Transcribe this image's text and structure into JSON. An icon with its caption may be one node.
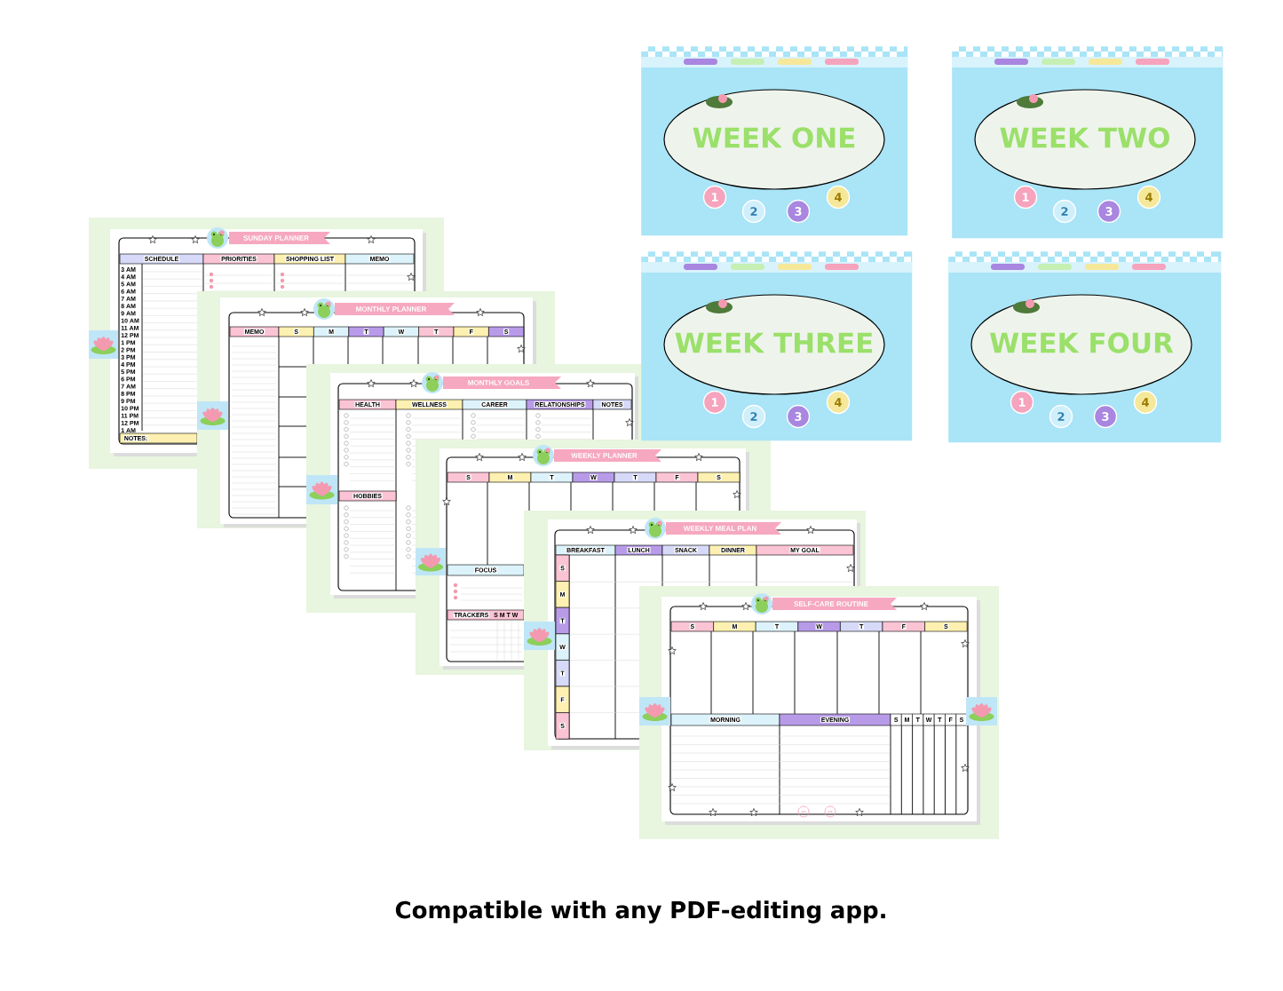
{
  "diagram": {
    "caption": "Compatible with any PDF-editing app.",
    "nodes": [
      {
        "text": [
          "SUNDAY PLANNER"
        ]
      },
      {
        "text": [
          "SCHEDULE"
        ]
      },
      {
        "text": [
          "PRIORITIES"
        ]
      },
      {
        "text": [
          "SHOPPING LIST"
        ]
      },
      {
        "text": [
          "MEMO"
        ]
      },
      {
        "text": [
          "NOTES:"
        ]
      },
      {
        "text": [
          "MONTHLY PLANNER"
        ]
      },
      {
        "text": [
          "MEMO"
        ]
      },
      {
        "text": [
          "S"
        ]
      },
      {
        "text": [
          "M"
        ]
      },
      {
        "text": [
          "T"
        ]
      },
      {
        "text": [
          "W"
        ]
      },
      {
        "text": [
          "T"
        ]
      },
      {
        "text": [
          "F"
        ]
      },
      {
        "text": [
          "S"
        ]
      },
      {
        "text": [
          "MONTHLY GOALS"
        ]
      },
      {
        "text": [
          "HEALTH"
        ]
      },
      {
        "text": [
          "WELLNESS"
        ]
      },
      {
        "text": [
          "CAREER"
        ]
      },
      {
        "text": [
          "RELATIONSHIPS"
        ]
      },
      {
        "text": [
          "NOTES"
        ]
      },
      {
        "text": [
          "HOBBIES"
        ]
      },
      {
        "text": [
          "WEEKLY PLANNER"
        ]
      },
      {
        "text": [
          "S"
        ]
      },
      {
        "text": [
          "M"
        ]
      },
      {
        "text": [
          "T"
        ]
      },
      {
        "text": [
          "W"
        ]
      },
      {
        "text": [
          "T"
        ]
      },
      {
        "text": [
          "F"
        ]
      },
      {
        "text": [
          "S"
        ]
      },
      {
        "text": [
          "FOCUS"
        ]
      },
      {
        "text": [
          "TRACKERS",
          "S M T W"
        ]
      },
      {
        "text": [
          "WEEKLY MEAL PLAN"
        ]
      },
      {
        "text": [
          "BREAKFAST"
        ]
      },
      {
        "text": [
          "LUNCH"
        ]
      },
      {
        "text": [
          "SNACK"
        ]
      },
      {
        "text": [
          "DINNER"
        ]
      },
      {
        "text": [
          "MY GOAL"
        ]
      },
      {
        "text": [
          "S"
        ]
      },
      {
        "text": [
          "M"
        ]
      },
      {
        "text": [
          "T"
        ]
      },
      {
        "text": [
          "W"
        ]
      },
      {
        "text": [
          "T"
        ]
      },
      {
        "text": [
          "F"
        ]
      },
      {
        "text": [
          "S"
        ]
      },
      {
        "text": [
          "SELF-CARE ROUTINE"
        ]
      },
      {
        "text": [
          "S"
        ]
      },
      {
        "text": [
          "M"
        ]
      },
      {
        "text": [
          "T"
        ]
      },
      {
        "text": [
          "W"
        ]
      },
      {
        "text": [
          "T"
        ]
      },
      {
        "text": [
          "F"
        ]
      },
      {
        "text": [
          "S"
        ]
      },
      {
        "text": [
          "MORNING"
        ]
      },
      {
        "text": [
          "EVENING"
        ]
      },
      {
        "text": [
          "S"
        ]
      },
      {
        "text": [
          "M"
        ]
      },
      {
        "text": [
          "T"
        ]
      },
      {
        "text": [
          "W"
        ]
      },
      {
        "text": [
          "T"
        ]
      },
      {
        "text": [
          "F"
        ]
      },
      {
        "text": [
          "S"
        ]
      },
      {
        "text": [
          "WEEK ONE"
        ]
      },
      {
        "text": [
          "1"
        ],
        "in": 62
      },
      {
        "text": [
          "2"
        ],
        "in": 62
      },
      {
        "text": [
          "3"
        ],
        "in": 62
      },
      {
        "text": [
          "4"
        ],
        "in": 62
      },
      {
        "text": [
          "WEEK TWO"
        ]
      },
      {
        "text": [
          "1"
        ],
        "in": 67
      },
      {
        "text": [
          "2"
        ],
        "in": 67
      },
      {
        "text": [
          "3"
        ],
        "in": 67
      },
      {
        "text": [
          "4"
        ],
        "in": 67
      },
      {
        "text": [
          "WEEK THREE"
        ]
      },
      {
        "text": [
          "1"
        ],
        "in": 72
      },
      {
        "text": [
          "2"
        ],
        "in": 72
      },
      {
        "text": [
          "3"
        ],
        "in": 72
      },
      {
        "text": [
          "4"
        ],
        "in": 72
      },
      {
        "text": [
          "WEEK FOUR"
        ]
      },
      {
        "text": [
          "1"
        ],
        "in": 77
      },
      {
        "text": [
          "2"
        ],
        "in": 77
      },
      {
        "text": [
          "3"
        ],
        "in": 77
      },
      {
        "text": [
          "4"
        ],
        "in": 77
      }
    ],
    "labels": [
      "3 AM",
      "4 AM",
      "5 AM",
      "6 AM",
      "7 AM",
      "8 AM",
      "9 AM",
      "10 AM",
      "11 AM",
      "12 PM",
      "1 PM",
      "2 PM",
      "3 PM",
      "4 PM",
      "5 PM",
      "6 PM",
      "7 AM",
      "8 PM",
      "9 PM",
      "10 PM",
      "11 PM",
      "12 PM",
      "1 AM"
    ]
  }
}
